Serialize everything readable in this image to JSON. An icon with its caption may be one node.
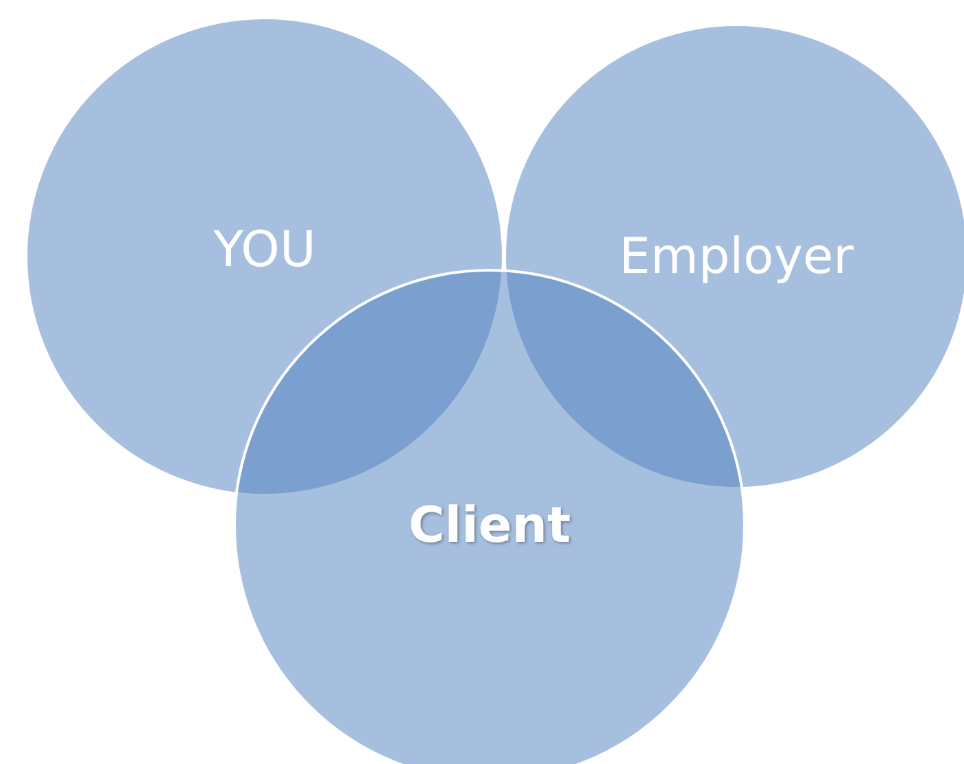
{
  "diagram": {
    "nodes": [
      {
        "text": [
          "YOU"
        ]
      },
      {
        "text": [
          "Employer"
        ]
      },
      {
        "text": [
          "Client"
        ]
      }
    ]
  }
}
